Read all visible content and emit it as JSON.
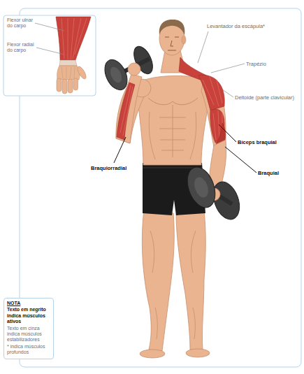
{
  "diagram": {
    "nodes": [
      {
        "text": [
          "Flexor ulnar do carpo",
          "Flexor radial do carpo"
        ]
      },
      {
        "text": [
          "NOTA",
          "Texto em negrito indica músculos ativos",
          "Texto em cinza indica músculos estabilizadores",
          "* indica músculos profundos"
        ]
      }
    ],
    "labels": [
      "Levantador da escápula*",
      "Trapézio",
      "Deltoide (parte clavicular)",
      "Bíceps braquial",
      "Braquial",
      "Braquiorradial"
    ]
  }
}
